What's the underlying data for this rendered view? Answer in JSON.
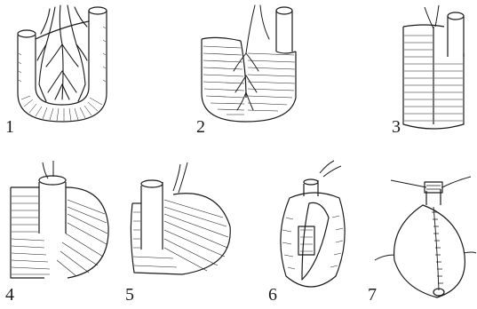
{
  "figure": {
    "steps": [
      {
        "label": "1"
      },
      {
        "label": "2"
      },
      {
        "label": "3"
      },
      {
        "label": "4"
      },
      {
        "label": "5"
      },
      {
        "label": "6"
      },
      {
        "label": "7"
      }
    ]
  }
}
